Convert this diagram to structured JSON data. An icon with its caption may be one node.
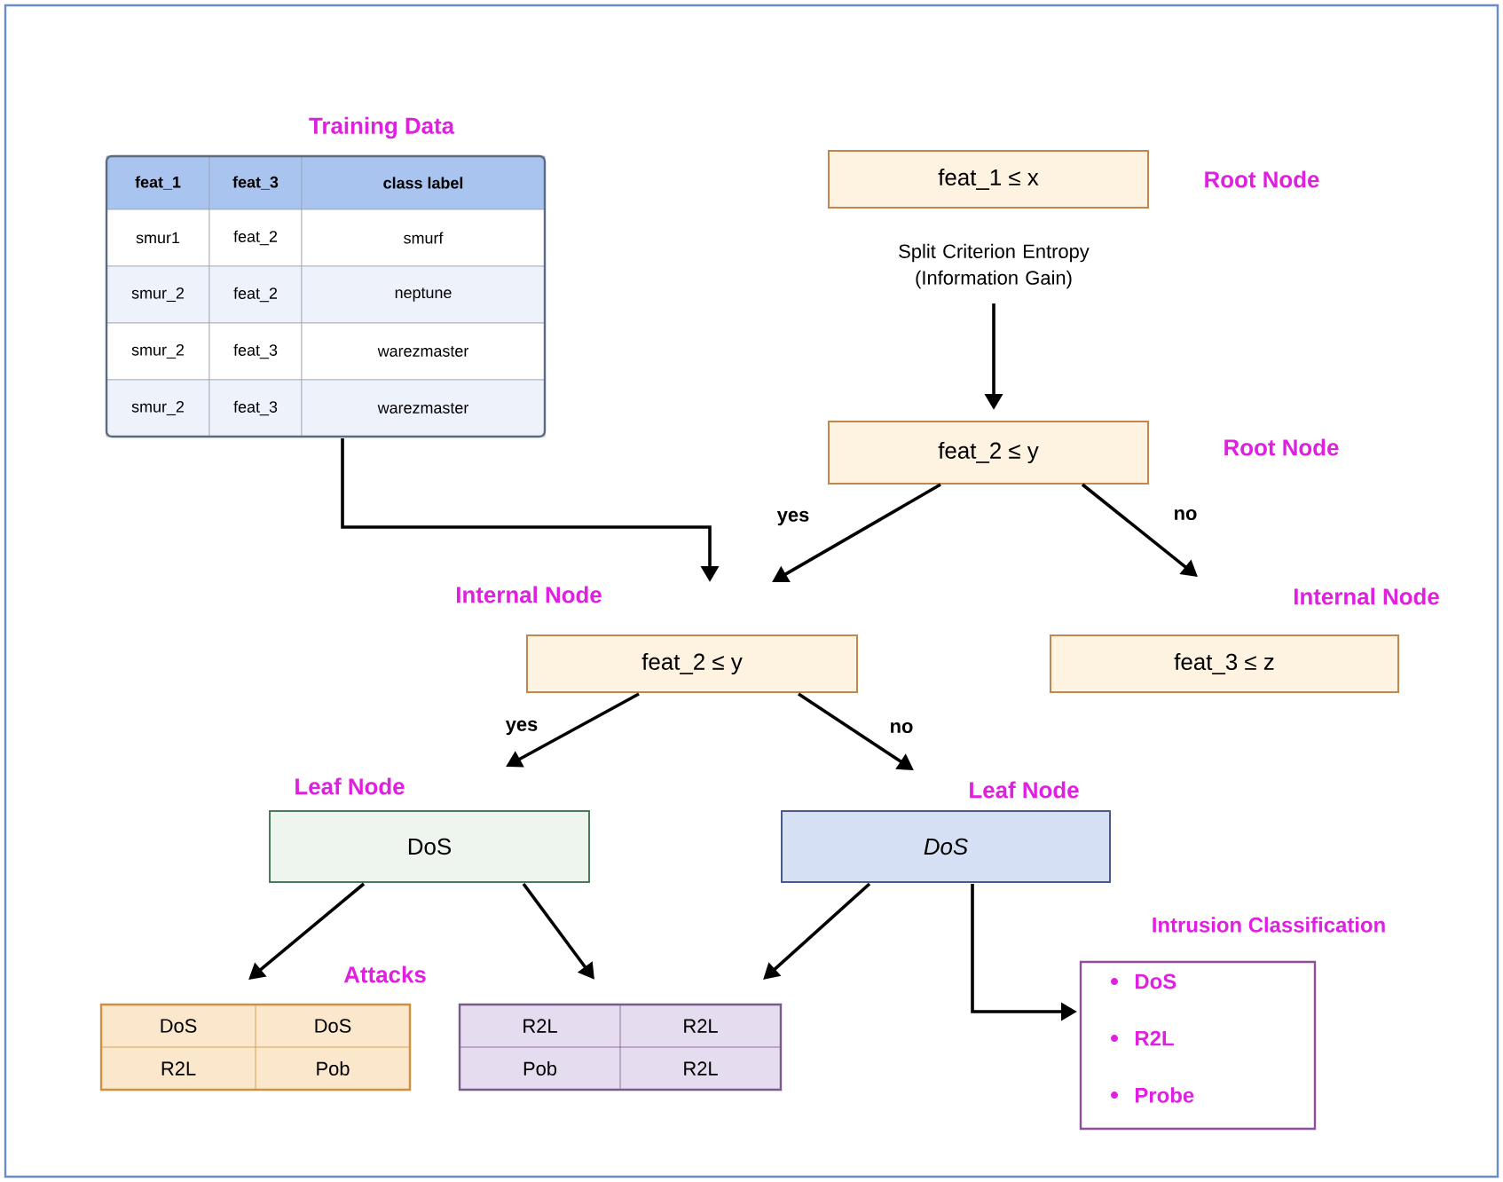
{
  "diagram": {
    "nodes": [
      {
        "text": [
          "Training Data"
        ]
      },
      {
        "text": [
          "feat_1 ≤ x"
        ],
        "beside": [
          "Root Node"
        ]
      },
      {
        "text": [
          "feat_2 ≤ y"
        ],
        "beside": [
          "Root Node"
        ]
      },
      {
        "text": [
          "feat_2 ≤ y"
        ],
        "beside": [
          "Internal Node"
        ]
      },
      {
        "text": [
          "feat_3 ≤ z"
        ],
        "beside": [
          "Internal Node"
        ]
      },
      {
        "text": [
          "DoS"
        ],
        "beside": [
          "Leaf Node"
        ]
      },
      {
        "text": [
          "*DoS*"
        ],
        "beside": [
          "Leaf Node"
        ]
      },
      {
        "text": [
          "DoS",
          "DoS",
          "R2L",
          "Pob"
        ]
      },
      {
        "text": [
          "R2L",
          "R2L",
          "Pob",
          "R2L"
        ]
      },
      {
        "text": [
          "Intrusion Classification",
          "DoS",
          "R2L",
          "Probe"
        ]
      },
      {
        "text": [
          "Split Criterion Entropy (Information Gain)"
        ]
      }
    ],
    "edges": [
      {
        "from": 10,
        "to": 2,
        "arrow": "to"
      },
      {
        "from": 2,
        "to": 3,
        "arrow": "to",
        "label": "yes"
      },
      {
        "from": 2,
        "to": 4,
        "arrow": "to",
        "label": "no"
      },
      {
        "from": 0,
        "to": 3,
        "arrow": "to"
      },
      {
        "from": 3,
        "to": 5,
        "arrow": "to",
        "label": "yes"
      },
      {
        "from": 3,
        "to": 6,
        "arrow": "to",
        "label": "no"
      },
      {
        "from": 5,
        "to": 7,
        "arrow": "to"
      },
      {
        "from": 5,
        "to": 8,
        "arrow": "to"
      },
      {
        "from": 6,
        "to": 8,
        "arrow": "to"
      },
      {
        "from": 6,
        "to": 9,
        "arrow": "to"
      }
    ],
    "labels": [
      "feat_1",
      "feat_3",
      "class label",
      "smur1",
      "feat_2",
      "smurf",
      "smur_2",
      "feat_2",
      "neptune",
      "smur_2",
      "feat_3",
      "warezmaster",
      "smur_2",
      "feat_3",
      "warezmaster",
      "Attacks"
    ]
  }
}
